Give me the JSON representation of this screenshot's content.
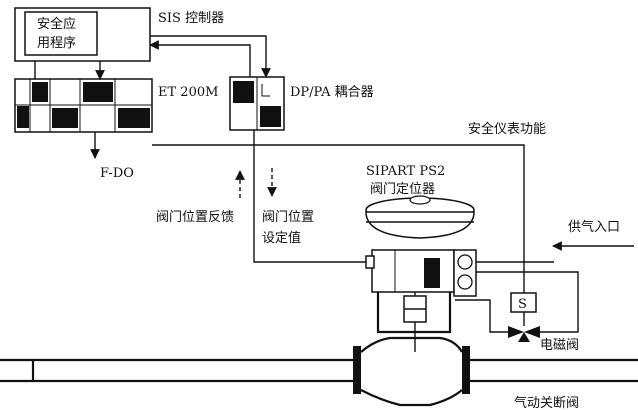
{
  "labels": {
    "safety_app_line1": "安全应",
    "safety_app_line2": "用程序",
    "sis_controller": "SIS 控制器",
    "et200m": "ET 200M",
    "dp_pa_coupler": "DP/PA 耦合器",
    "safety_function": "安全仪表功能",
    "fdo": "F-DO",
    "sipart_line1": "SIPART PS2",
    "sipart_line2": "阀门定位器",
    "valve_feedback": "阀门位置反馈",
    "valve_setpoint_line1": "阀门位置",
    "valve_setpoint_line2": "设定值",
    "air_supply": "供气入口",
    "solenoid_letter": "S",
    "solenoid_valve": "电磁阀",
    "pneumatic_valve": "气动关断阀"
  },
  "colors": {
    "ink": "#111111",
    "paper": "#ffffff"
  }
}
